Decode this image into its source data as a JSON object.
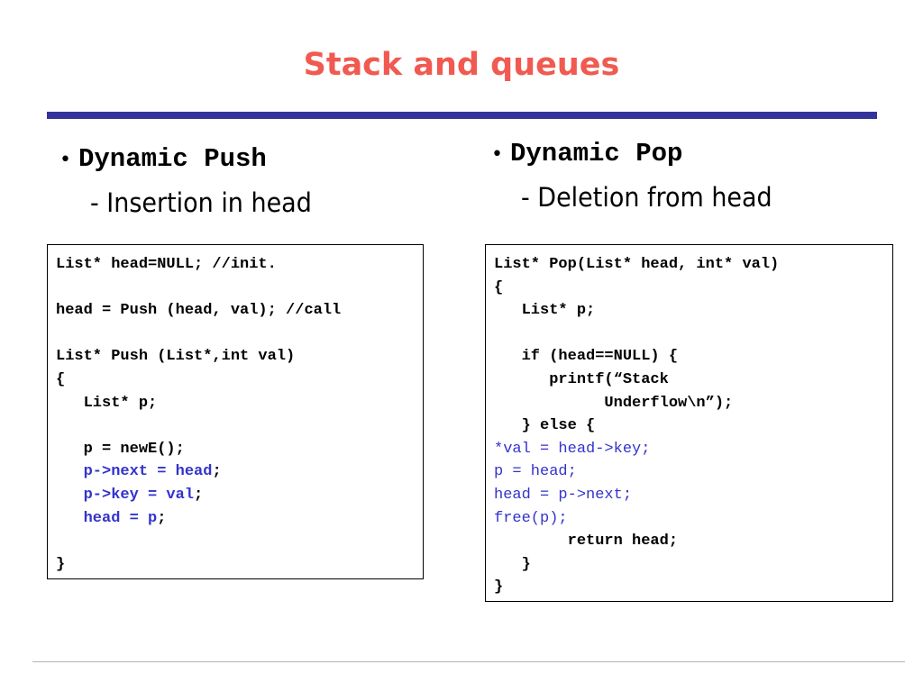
{
  "title": "Stack and queues",
  "left": {
    "bullet": "Dynamic Push",
    "sub": "- Insertion in head",
    "code_lines": [
      {
        "segments": [
          {
            "t": "List* head=NULL; //init.",
            "s": "b"
          }
        ]
      },
      {
        "segments": [
          {
            "t": "",
            "s": "b"
          }
        ]
      },
      {
        "segments": [
          {
            "t": "head = Push (head, val); //call",
            "s": "b"
          }
        ]
      },
      {
        "segments": [
          {
            "t": "",
            "s": "b"
          }
        ]
      },
      {
        "segments": [
          {
            "t": "List* Push (List*,int val)",
            "s": "b"
          }
        ]
      },
      {
        "segments": [
          {
            "t": "{",
            "s": "b"
          }
        ]
      },
      {
        "segments": [
          {
            "t": "   List* p;",
            "s": "b"
          }
        ]
      },
      {
        "segments": [
          {
            "t": "",
            "s": "b"
          }
        ]
      },
      {
        "segments": [
          {
            "t": "   p = newE();",
            "s": "b"
          }
        ]
      },
      {
        "segments": [
          {
            "t": "   p->next = head",
            "s": "blue-b"
          },
          {
            "t": ";",
            "s": "b"
          }
        ]
      },
      {
        "segments": [
          {
            "t": "   p->key = val",
            "s": "blue-b"
          },
          {
            "t": ";",
            "s": "b"
          }
        ]
      },
      {
        "segments": [
          {
            "t": "   head = p",
            "s": "blue-b"
          },
          {
            "t": ";",
            "s": "b"
          }
        ]
      },
      {
        "segments": [
          {
            "t": "",
            "s": "b"
          }
        ]
      },
      {
        "segments": [
          {
            "t": "}",
            "s": "b"
          }
        ]
      }
    ]
  },
  "right": {
    "bullet": "Dynamic Pop",
    "sub": "- Deletion from head",
    "code_lines": [
      {
        "segments": [
          {
            "t": "List* Pop(List* head, int* val)",
            "s": "b"
          }
        ]
      },
      {
        "segments": [
          {
            "t": "{",
            "s": "b"
          }
        ]
      },
      {
        "segments": [
          {
            "t": "   List* p;",
            "s": "b"
          }
        ]
      },
      {
        "segments": [
          {
            "t": "",
            "s": "b"
          }
        ]
      },
      {
        "segments": [
          {
            "t": "   if (head==NULL) {",
            "s": "b"
          }
        ]
      },
      {
        "segments": [
          {
            "t": "      printf(“Stack",
            "s": "b"
          }
        ]
      },
      {
        "segments": [
          {
            "t": "            Underflow\\n”);",
            "s": "b"
          }
        ]
      },
      {
        "segments": [
          {
            "t": "   } else {",
            "s": "b"
          }
        ]
      },
      {
        "segments": [
          {
            "t": "*val = head->key;",
            "s": "blue"
          }
        ]
      },
      {
        "segments": [
          {
            "t": "p = head;",
            "s": "blue"
          }
        ]
      },
      {
        "segments": [
          {
            "t": "head = p->next;",
            "s": "blue"
          }
        ]
      },
      {
        "segments": [
          {
            "t": "free(p);",
            "s": "blue"
          }
        ]
      },
      {
        "segments": [
          {
            "t": "        return head;",
            "s": "b"
          }
        ]
      },
      {
        "segments": [
          {
            "t": "   }",
            "s": "b"
          }
        ]
      },
      {
        "segments": [
          {
            "t": "}",
            "s": "b"
          }
        ]
      }
    ]
  },
  "colors": {
    "title": "#f05a50",
    "rule": "#333399",
    "code_highlight": "#3333cc"
  }
}
